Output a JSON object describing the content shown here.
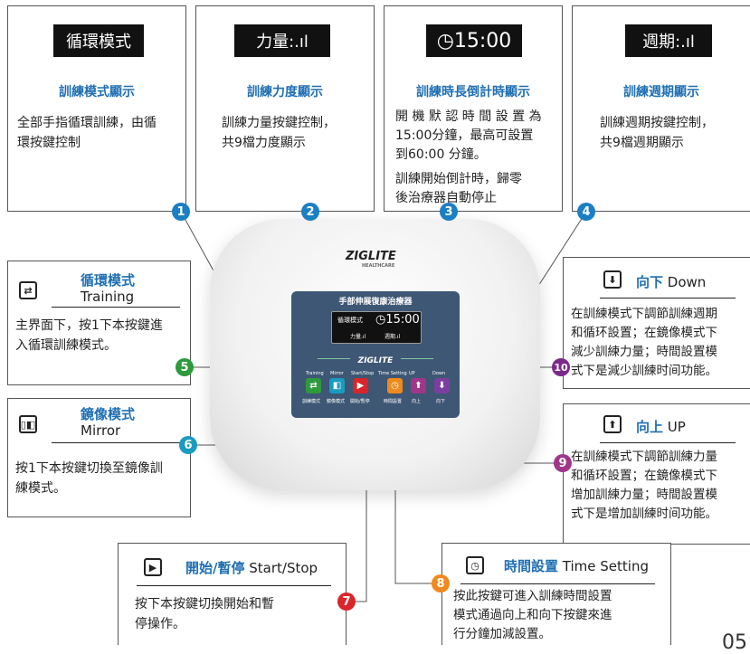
{
  "top_boxes": [
    {
      "lcd": "循環模式",
      "title": "訓練模式顯示",
      "desc_lines": [
        "全部手指循環訓練，由循",
        "環按鍵控制"
      ]
    },
    {
      "lcd": "力量:.ıl",
      "title": "訓練力度顯示",
      "desc_lines": [
        "訓練力量按鍵控制，",
        "共9檔力度顯示"
      ]
    },
    {
      "lcd": "◷15:00",
      "title": "訓練時長倒計時顯示",
      "desc_lines": [
        "開 機 默 認 時 間 設 置 為",
        "15:00分鐘，最高可設置",
        "到60:00 分鐘。",
        "訓練開始倒計時，歸零",
        "後治療器自動停止"
      ]
    },
    {
      "lcd": "週期:.ıl",
      "title": "訓練週期顯示",
      "desc_lines": [
        "訓練週期按鍵控制，",
        "共9檔週期顯示"
      ]
    }
  ],
  "side_boxes": {
    "training": {
      "cn": "循環模式",
      "en": "Training",
      "desc_lines": [
        "主界面下，按1下本按鍵進",
        "入循環訓練模式。"
      ]
    },
    "mirror": {
      "cn": "鏡像模式",
      "en": "Mirror",
      "desc_lines": [
        "按1下本按鍵切換至鏡像訓",
        "練模式。"
      ]
    },
    "down": {
      "cn": "向下",
      "en": "Down",
      "desc_lines": [
        "在訓練模式下調節訓練週期",
        "和循环設置；在鏡像模式下",
        "減少訓練力量；時間設置模",
        "式下是減少訓練时间功能。"
      ]
    },
    "up": {
      "cn": "向上",
      "en": "UP",
      "desc_lines": [
        "在訓練模式下調節訓練力量",
        "和循环設置；在鏡像模式下",
        "增加訓練力量；時間設置模",
        "式下是增加訓練时间功能。"
      ]
    },
    "startstop": {
      "cn": "開始/暫停",
      "en": "Start/Stop",
      "desc_lines": [
        "按下本按鍵切換開始和暫",
        "停操作。"
      ]
    },
    "timeset": {
      "cn": "時間設置",
      "en": "Time Setting",
      "desc_lines": [
        "按此按鍵可進入訓練時間設置",
        "模式通過向上和向下按鍵來進",
        "行分鐘加減設置。"
      ]
    }
  },
  "badges": [
    "1",
    "2",
    "3",
    "4",
    "5",
    "6",
    "7",
    "8",
    "9",
    "10"
  ],
  "badge_colors": {
    "blue": "#1a7fc4",
    "green": "#2e9a3c",
    "teal": "#1a9bc0",
    "red": "#d8262a",
    "orange": "#f08a1c",
    "purple": "#a0368a"
  },
  "device": {
    "brand": "ZIGLITE",
    "brand_sub": "HEALTHCARE",
    "panel_title": "手部伸展復康治療器",
    "screen_mode": "循環模式",
    "screen_time": "◷15:00",
    "screen_force": "力量.ıl",
    "screen_cycle": "週期.ıl",
    "panel_brand": "ZIGLITE",
    "btn_top_labels": [
      "Training",
      "Mirror",
      "Start/Stop",
      "Time Setting",
      "UP",
      "Down"
    ],
    "btn_bottom_labels": [
      "訓練模式",
      "鏡像模式",
      "開始/暫停",
      "時間設置",
      "向上",
      "向下"
    ]
  },
  "page_number": "05"
}
